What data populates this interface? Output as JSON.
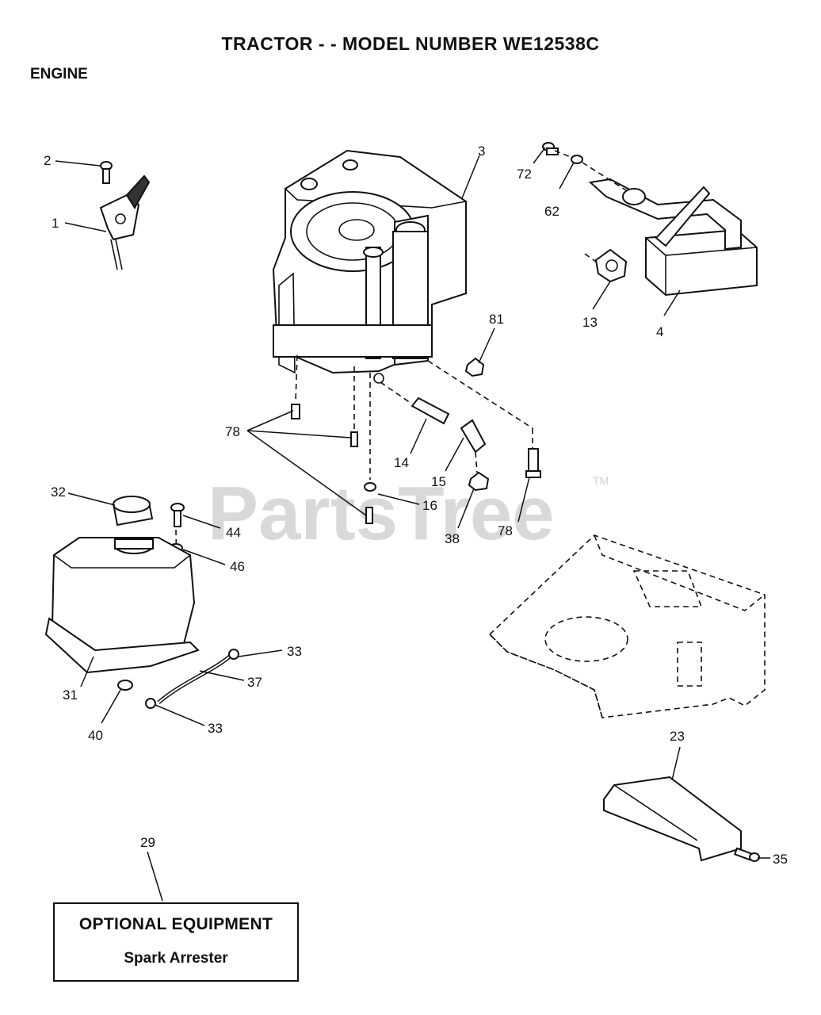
{
  "header": {
    "title": "TRACTOR - - MODEL NUMBER WE12538C",
    "section": "ENGINE"
  },
  "watermark": {
    "text": "PartsTree",
    "trademark": "TM"
  },
  "callouts": {
    "c1": "1",
    "c2": "2",
    "c3": "3",
    "c4": "4",
    "c13": "13",
    "c14": "14",
    "c15": "15",
    "c16": "16",
    "c23": "23",
    "c29": "29",
    "c31": "31",
    "c32": "32",
    "c33a": "33",
    "c33b": "33",
    "c35": "35",
    "c37": "37",
    "c38": "38",
    "c40": "40",
    "c44": "44",
    "c46": "46",
    "c62": "62",
    "c72": "72",
    "c78a": "78",
    "c78b": "78",
    "c81": "81"
  },
  "optional_equipment": {
    "title": "OPTIONAL EQUIPMENT",
    "item": "Spark Arrester"
  }
}
